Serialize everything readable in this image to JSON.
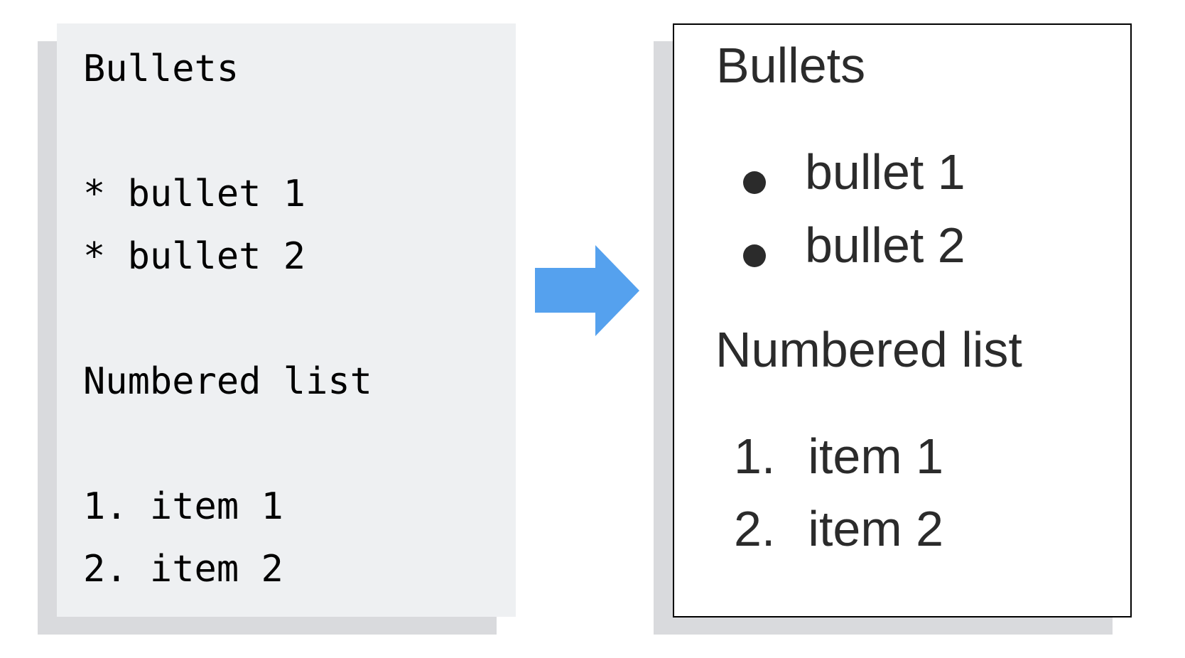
{
  "figure": {
    "description_colors": {
      "source_panel_background": "#eef0f2",
      "shadow": "#d9dadd",
      "arrow_blue": "#55a1ee",
      "render_panel_background": "#ffffff",
      "render_panel_border": "#000000",
      "source_text": "#000000",
      "render_text": "#2b2b2b"
    }
  },
  "source": {
    "lines": [
      "Bullets",
      "",
      "* bullet 1",
      "* bullet 2",
      "",
      "Numbered list",
      "",
      "1. item 1",
      "2. item 2"
    ]
  },
  "arrow": {
    "direction": "right"
  },
  "rendered": {
    "heading_bullets": "Bullets",
    "bullet_items": [
      "bullet 1",
      "bullet 2"
    ],
    "heading_numbered": "Numbered list",
    "numbered_items": [
      {
        "marker": "1.",
        "text": "item 1"
      },
      {
        "marker": "2.",
        "text": "item 2"
      }
    ]
  }
}
